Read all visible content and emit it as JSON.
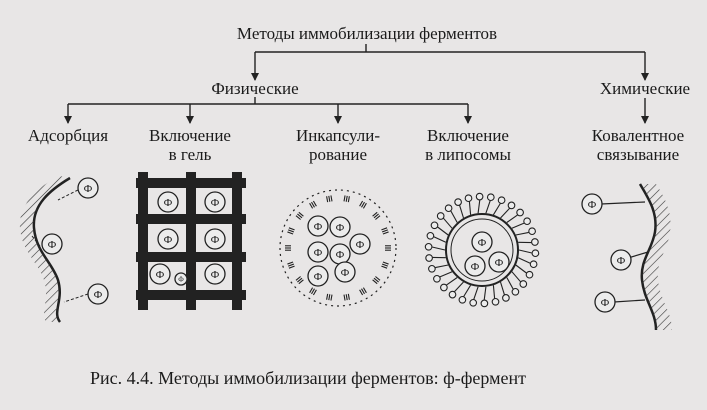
{
  "diagram": {
    "title": "Методы иммобилизации ферментов",
    "groups": {
      "physical": "Физические",
      "chemical": "Химические"
    },
    "methods": [
      {
        "line1": "Адсорбция",
        "line2": ""
      },
      {
        "line1": "Включение",
        "line2": "в гель"
      },
      {
        "line1": "Инкапсули-",
        "line2": "рование"
      },
      {
        "line1": "Включение",
        "line2": "в липосомы"
      },
      {
        "line1": "Ковалентное",
        "line2": "связывание"
      }
    ],
    "enzyme_symbol": "Ф",
    "caption": "Рис. 4.4. Методы иммобилизации ферментов: ф-фермент"
  }
}
